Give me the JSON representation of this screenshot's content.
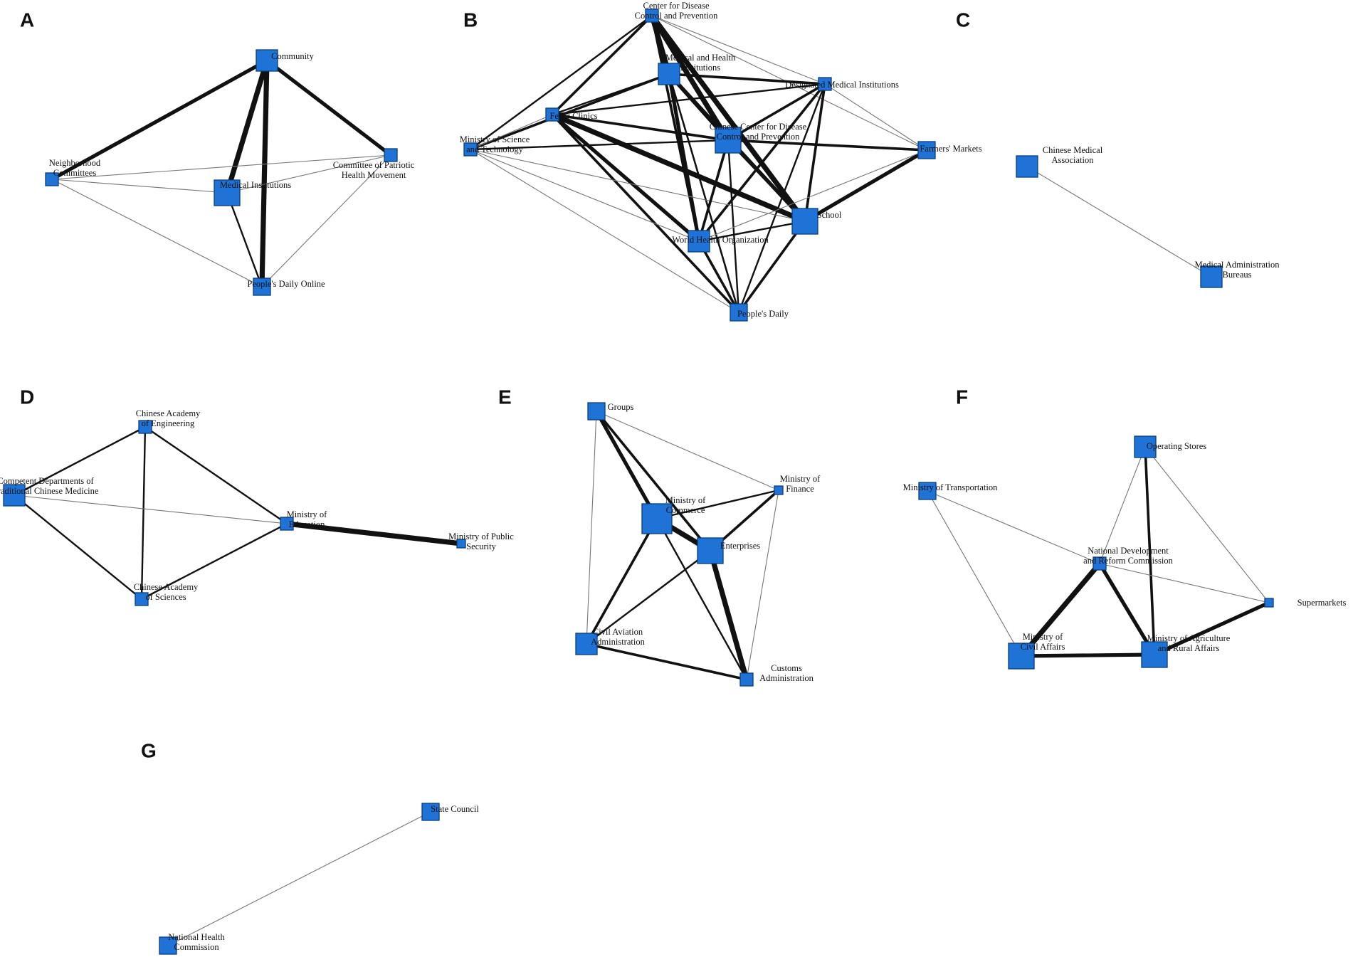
{
  "colors": {
    "node_fill": "#1f73d6",
    "node_stroke": "#0b3d7a",
    "edge_dark": "#111111",
    "edge_light": "#777777",
    "background": "#ffffff"
  },
  "panels": [
    {
      "id": "A",
      "letter": "A",
      "nodes": [
        {
          "id": "community",
          "label": [
            "Community"
          ],
          "weight": 3
        },
        {
          "id": "neighborhood",
          "label": [
            "Neighborhood",
            "Committees"
          ],
          "weight": 1
        },
        {
          "id": "medical",
          "label": [
            "Medical Institutions"
          ],
          "weight": 4
        },
        {
          "id": "patriotic",
          "label": [
            "Committee of Patriotic",
            "Health Movement"
          ],
          "weight": 1
        },
        {
          "id": "peoples_online",
          "label": [
            "People's Daily Online"
          ],
          "weight": 2
        }
      ],
      "edges": [
        {
          "from": "community",
          "to": "neighborhood",
          "strength": 4
        },
        {
          "from": "community",
          "to": "medical",
          "strength": 5
        },
        {
          "from": "community",
          "to": "patriotic",
          "strength": 4
        },
        {
          "from": "community",
          "to": "peoples_online",
          "strength": 5
        },
        {
          "from": "neighborhood",
          "to": "medical",
          "strength": 1
        },
        {
          "from": "neighborhood",
          "to": "patriotic",
          "strength": 1
        },
        {
          "from": "neighborhood",
          "to": "peoples_online",
          "strength": 1
        },
        {
          "from": "medical",
          "to": "patriotic",
          "strength": 1
        },
        {
          "from": "medical",
          "to": "peoples_online",
          "strength": 2
        },
        {
          "from": "patriotic",
          "to": "peoples_online",
          "strength": 1
        }
      ]
    },
    {
      "id": "B",
      "letter": "B",
      "nodes": [
        {
          "id": "cdc",
          "label": [
            "Center for Disease",
            "Control and Prevention"
          ],
          "weight": 1
        },
        {
          "id": "mhi",
          "label": [
            "Medical and Health",
            "Institutions"
          ],
          "weight": 3
        },
        {
          "id": "designated",
          "label": [
            "Designated Medical Institutions"
          ],
          "weight": 1
        },
        {
          "id": "fever",
          "label": [
            "Fever Clinics"
          ],
          "weight": 1
        },
        {
          "id": "most",
          "label": [
            "Ministry of Science",
            "and Technology"
          ],
          "weight": 1
        },
        {
          "id": "ccdc",
          "label": [
            "Chinese Center for Disease",
            "Control and Prevention"
          ],
          "weight": 4
        },
        {
          "id": "farmers",
          "label": [
            "Farmers' Markets"
          ],
          "weight": 2
        },
        {
          "id": "school",
          "label": [
            "School"
          ],
          "weight": 4
        },
        {
          "id": "who",
          "label": [
            "World Health Organization"
          ],
          "weight": 3
        },
        {
          "id": "peoples",
          "label": [
            "People's Daily"
          ],
          "weight": 2
        }
      ],
      "edges": [
        {
          "from": "cdc",
          "to": "mhi",
          "strength": 5
        },
        {
          "from": "cdc",
          "to": "ccdc",
          "strength": 5
        },
        {
          "from": "cdc",
          "to": "school",
          "strength": 5
        },
        {
          "from": "cdc",
          "to": "who",
          "strength": 3
        },
        {
          "from": "cdc",
          "to": "fever",
          "strength": 3
        },
        {
          "from": "cdc",
          "to": "most",
          "strength": 2
        },
        {
          "from": "cdc",
          "to": "designated",
          "strength": 1
        },
        {
          "from": "cdc",
          "to": "farmers",
          "strength": 1
        },
        {
          "from": "cdc",
          "to": "peoples",
          "strength": 2
        },
        {
          "from": "mhi",
          "to": "designated",
          "strength": 3
        },
        {
          "from": "mhi",
          "to": "ccdc",
          "strength": 4
        },
        {
          "from": "mhi",
          "to": "school",
          "strength": 4
        },
        {
          "from": "mhi",
          "to": "who",
          "strength": 4
        },
        {
          "from": "mhi",
          "to": "most",
          "strength": 3
        },
        {
          "from": "mhi",
          "to": "fever",
          "strength": 2
        },
        {
          "from": "mhi",
          "to": "peoples",
          "strength": 2
        },
        {
          "from": "designated",
          "to": "fever",
          "strength": 2
        },
        {
          "from": "designated",
          "to": "ccdc",
          "strength": 3
        },
        {
          "from": "designated",
          "to": "school",
          "strength": 3
        },
        {
          "from": "designated",
          "to": "who",
          "strength": 3
        },
        {
          "from": "designated",
          "to": "farmers",
          "strength": 1
        },
        {
          "from": "designated",
          "to": "peoples",
          "strength": 2
        },
        {
          "from": "fever",
          "to": "ccdc",
          "strength": 3
        },
        {
          "from": "fever",
          "to": "school",
          "strength": 5
        },
        {
          "from": "fever",
          "to": "who",
          "strength": 4
        },
        {
          "from": "fever",
          "to": "peoples",
          "strength": 3
        },
        {
          "from": "fever",
          "to": "most",
          "strength": 1
        },
        {
          "from": "most",
          "to": "ccdc",
          "strength": 2
        },
        {
          "from": "most",
          "to": "who",
          "strength": 1
        },
        {
          "from": "most",
          "to": "school",
          "strength": 1
        },
        {
          "from": "most",
          "to": "peoples",
          "strength": 1
        },
        {
          "from": "ccdc",
          "to": "farmers",
          "strength": 3
        },
        {
          "from": "ccdc",
          "to": "school",
          "strength": 3
        },
        {
          "from": "ccdc",
          "to": "who",
          "strength": 3
        },
        {
          "from": "ccdc",
          "to": "peoples",
          "strength": 2
        },
        {
          "from": "farmers",
          "to": "school",
          "strength": 4
        },
        {
          "from": "farmers",
          "to": "who",
          "strength": 1
        },
        {
          "from": "school",
          "to": "who",
          "strength": 2
        },
        {
          "from": "school",
          "to": "peoples",
          "strength": 3
        },
        {
          "from": "who",
          "to": "peoples",
          "strength": 3
        }
      ]
    },
    {
      "id": "C",
      "letter": "C",
      "nodes": [
        {
          "id": "cma",
          "label": [
            "Chinese Medical",
            "Association"
          ],
          "weight": 3
        },
        {
          "id": "mab",
          "label": [
            "Medical Administration",
            "Bureaus"
          ],
          "weight": 3
        }
      ],
      "edges": [
        {
          "from": "cma",
          "to": "mab",
          "strength": 1
        }
      ]
    },
    {
      "id": "D",
      "letter": "D",
      "nodes": [
        {
          "id": "cae",
          "label": [
            "Chinese Academy",
            "of Engineering"
          ],
          "weight": 1
        },
        {
          "id": "tcm",
          "label": [
            "Competent Departments of",
            "Traditional Chinese Medicine"
          ],
          "weight": 3
        },
        {
          "id": "moe",
          "label": [
            "Ministry of",
            "Education"
          ],
          "weight": 1
        },
        {
          "id": "mps",
          "label": [
            "Ministry of Public",
            "Security"
          ],
          "weight": 0
        },
        {
          "id": "cas",
          "label": [
            "Chinese Academy",
            "of Sciences"
          ],
          "weight": 1
        }
      ],
      "edges": [
        {
          "from": "cae",
          "to": "tcm",
          "strength": 2
        },
        {
          "from": "cae",
          "to": "moe",
          "strength": 2
        },
        {
          "from": "cae",
          "to": "cas",
          "strength": 2
        },
        {
          "from": "tcm",
          "to": "moe",
          "strength": 1
        },
        {
          "from": "tcm",
          "to": "cas",
          "strength": 2
        },
        {
          "from": "cas",
          "to": "moe",
          "strength": 2
        },
        {
          "from": "moe",
          "to": "mps",
          "strength": 5
        }
      ]
    },
    {
      "id": "E",
      "letter": "E",
      "nodes": [
        {
          "id": "groups",
          "label": [
            "Groups"
          ],
          "weight": 2
        },
        {
          "id": "mof",
          "label": [
            "Ministry of",
            "Finance"
          ],
          "weight": 0
        },
        {
          "id": "mocom",
          "label": [
            "Ministry of",
            "Commerce"
          ],
          "weight": 5
        },
        {
          "id": "ent",
          "label": [
            "Enterprises"
          ],
          "weight": 4
        },
        {
          "id": "caa",
          "label": [
            "Civil Aviation",
            "Administration"
          ],
          "weight": 3
        },
        {
          "id": "customs",
          "label": [
            "Customs",
            "Administration"
          ],
          "weight": 1
        }
      ],
      "edges": [
        {
          "from": "groups",
          "to": "mocom",
          "strength": 4
        },
        {
          "from": "groups",
          "to": "ent",
          "strength": 3
        },
        {
          "from": "groups",
          "to": "mof",
          "strength": 1
        },
        {
          "from": "groups",
          "to": "caa",
          "strength": 1
        },
        {
          "from": "mof",
          "to": "mocom",
          "strength": 2
        },
        {
          "from": "mof",
          "to": "ent",
          "strength": 3
        },
        {
          "from": "mof",
          "to": "customs",
          "strength": 1
        },
        {
          "from": "mocom",
          "to": "ent",
          "strength": 5
        },
        {
          "from": "mocom",
          "to": "caa",
          "strength": 3
        },
        {
          "from": "mocom",
          "to": "customs",
          "strength": 2
        },
        {
          "from": "ent",
          "to": "caa",
          "strength": 2
        },
        {
          "from": "ent",
          "to": "customs",
          "strength": 5
        },
        {
          "from": "caa",
          "to": "customs",
          "strength": 3
        }
      ]
    },
    {
      "id": "F",
      "letter": "F",
      "nodes": [
        {
          "id": "opstores",
          "label": [
            "Operating Stores"
          ],
          "weight": 3
        },
        {
          "id": "motrans",
          "label": [
            "Ministry of Transportation"
          ],
          "weight": 2
        },
        {
          "id": "ndrc",
          "label": [
            "National Development",
            "and Reform Commission"
          ],
          "weight": 1
        },
        {
          "id": "supermarkets",
          "label": [
            "Supermarkets"
          ],
          "weight": 0
        },
        {
          "id": "moca",
          "label": [
            "Ministry of",
            "Civil Affairs"
          ],
          "weight": 4
        },
        {
          "id": "moara",
          "label": [
            "Ministry of Agriculture",
            "and Rural Affairs"
          ],
          "weight": 4
        }
      ],
      "edges": [
        {
          "from": "opstores",
          "to": "ndrc",
          "strength": 1
        },
        {
          "from": "opstores",
          "to": "moara",
          "strength": 3
        },
        {
          "from": "opstores",
          "to": "supermarkets",
          "strength": 1
        },
        {
          "from": "motrans",
          "to": "ndrc",
          "strength": 1
        },
        {
          "from": "motrans",
          "to": "moca",
          "strength": 1
        },
        {
          "from": "ndrc",
          "to": "moca",
          "strength": 5
        },
        {
          "from": "ndrc",
          "to": "moara",
          "strength": 4
        },
        {
          "from": "ndrc",
          "to": "supermarkets",
          "strength": 1
        },
        {
          "from": "moca",
          "to": "moara",
          "strength": 4
        },
        {
          "from": "supermarkets",
          "to": "moara",
          "strength": 4
        }
      ]
    },
    {
      "id": "G",
      "letter": "G",
      "nodes": [
        {
          "id": "statecouncil",
          "label": [
            "State Council"
          ],
          "weight": 2
        },
        {
          "id": "nhc",
          "label": [
            "National Health",
            "Commission"
          ],
          "weight": 2
        }
      ],
      "edges": [
        {
          "from": "statecouncil",
          "to": "nhc",
          "strength": 1
        }
      ]
    }
  ]
}
